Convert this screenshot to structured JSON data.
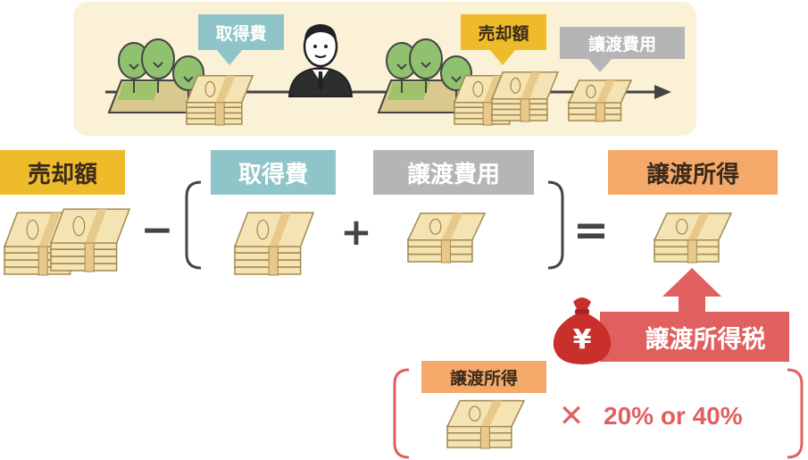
{
  "colors": {
    "top_panel_bg": "#fbf1d7",
    "sale_price": "#eebc2a",
    "acquisition_cost": "#8fc4c8",
    "transfer_cost": "#b5b5b5",
    "transfer_income": "#f4a96a",
    "tax_red": "#e06060",
    "bill_fill": "#f4e3b3",
    "bill_stroke": "#a3894f",
    "band": "#e9c98a"
  },
  "top_scene": {
    "acquisition_label": "取得費",
    "sale_label": "売却額",
    "transfer_cost_label": "讓渡費用"
  },
  "formula": {
    "sale_label": "売却額",
    "acquisition_label": "取得費",
    "transfer_cost_label": "譲渡費用",
    "result_label": "譲渡所得",
    "minus": "−",
    "plus": "+",
    "equals": "="
  },
  "tax": {
    "label": "譲渡所得税",
    "yen_symbol": "¥"
  },
  "rate_box": {
    "income_label": "譲渡所得",
    "times": "✕",
    "rate_text": "20% or 40%"
  },
  "icons": [
    "tree-icon",
    "money-stack-icon",
    "businessman-icon",
    "arrow-right-icon",
    "money-bag-icon",
    "arrow-up-icon",
    "multiply-icon"
  ]
}
